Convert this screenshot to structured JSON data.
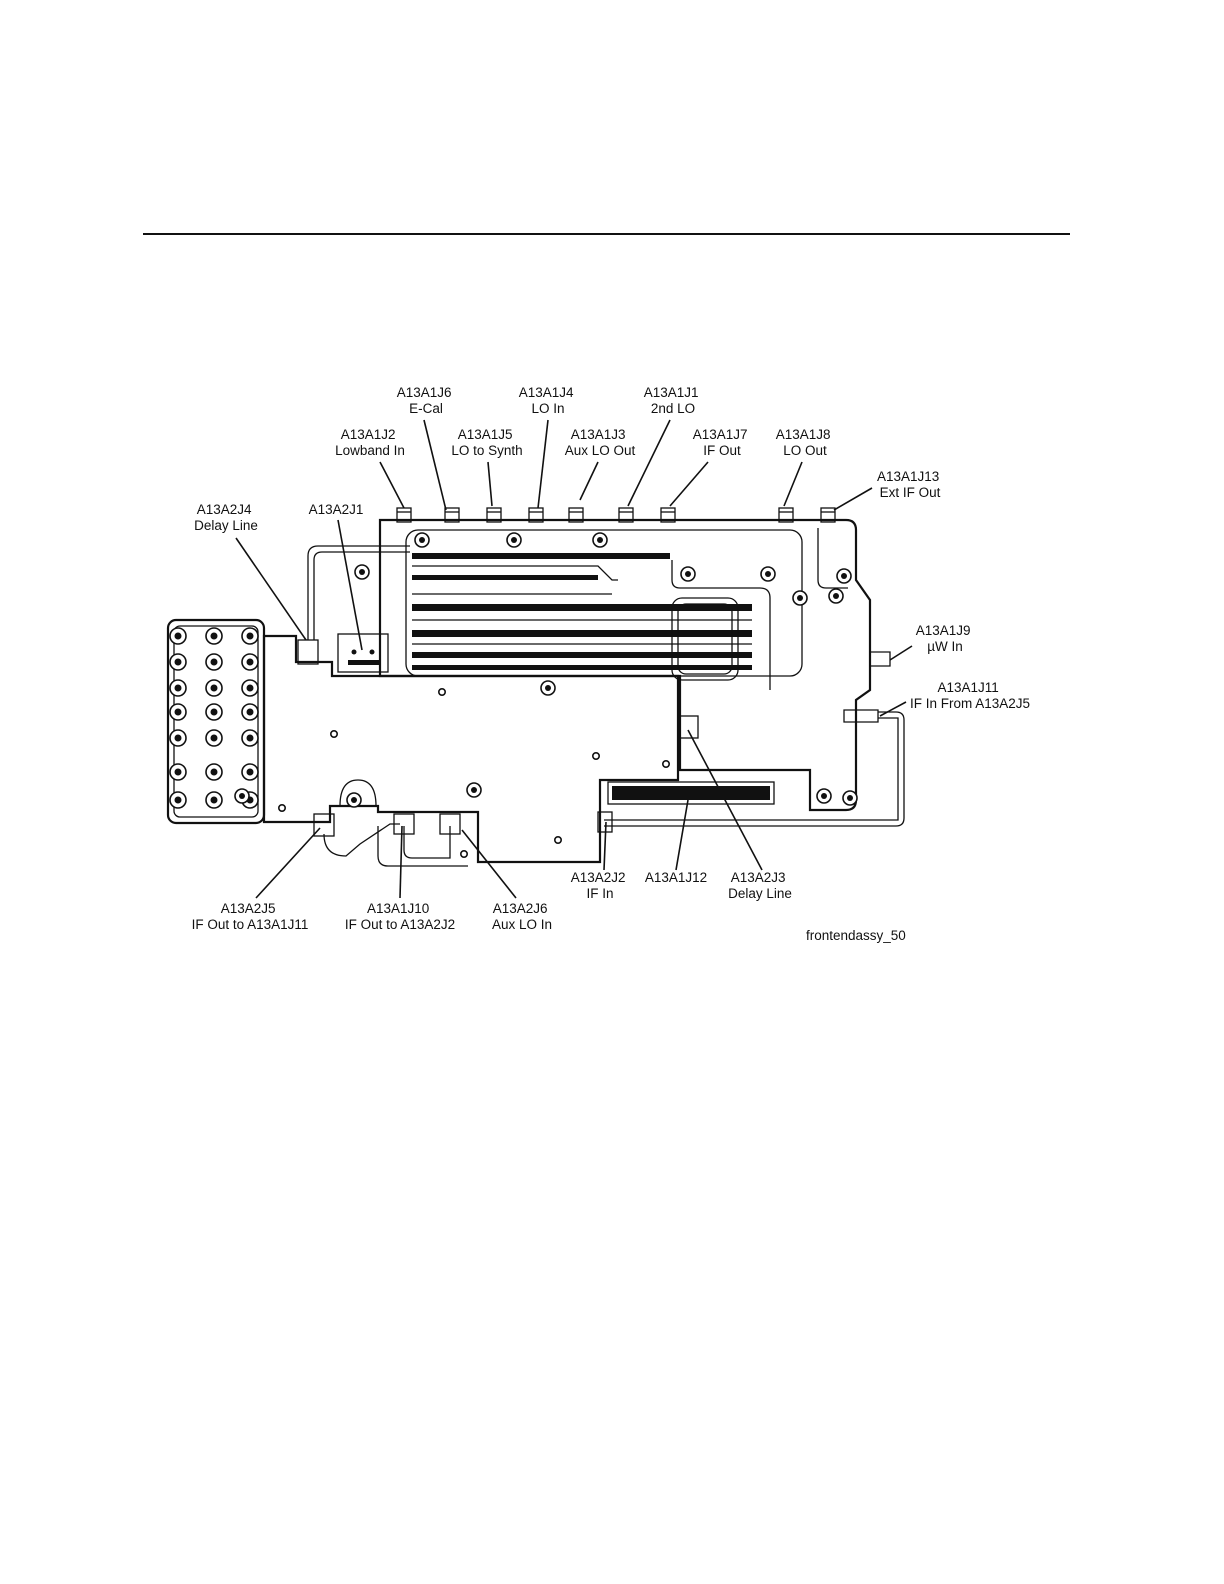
{
  "figure": {
    "id_label": "frontendassy_50"
  },
  "callouts": [
    {
      "key": "a13a1j6",
      "lines": [
        "A13A1J6",
        "E-Cal"
      ]
    },
    {
      "key": "a13a1j4",
      "lines": [
        "A13A1J4",
        "LO In"
      ]
    },
    {
      "key": "a13a1j1",
      "lines": [
        "A13A1J1",
        "2nd LO"
      ]
    },
    {
      "key": "a13a1j2",
      "lines": [
        "A13A1J2",
        "Lowband In"
      ]
    },
    {
      "key": "a13a1j5",
      "lines": [
        "A13A1J5",
        "LO to Synth"
      ]
    },
    {
      "key": "a13a1j3",
      "lines": [
        "A13A1J3",
        "Aux LO Out"
      ]
    },
    {
      "key": "a13a1j7",
      "lines": [
        "A13A1J7",
        "IF Out"
      ]
    },
    {
      "key": "a13a1j8",
      "lines": [
        "A13A1J8",
        "LO Out"
      ]
    },
    {
      "key": "a13a1j13",
      "lines": [
        "A13A1J13",
        "Ext IF Out"
      ]
    },
    {
      "key": "a13a2j4",
      "lines": [
        "A13A2J4",
        "Delay Line"
      ]
    },
    {
      "key": "a13a2j1",
      "lines": [
        "A13A2J1"
      ]
    },
    {
      "key": "a13a1j9",
      "lines": [
        "A13A1J9",
        "µW In"
      ]
    },
    {
      "key": "a13a1j11",
      "lines": [
        "A13A1J11",
        "IF In From A13A2J5"
      ]
    },
    {
      "key": "a13a2j5",
      "lines": [
        "A13A2J5",
        "IF Out to A13A1J11"
      ]
    },
    {
      "key": "a13a1j10",
      "lines": [
        "A13A1J10",
        "IF Out to A13A2J2"
      ]
    },
    {
      "key": "a13a2j6",
      "lines": [
        "A13A2J6",
        "Aux LO In"
      ]
    },
    {
      "key": "a13a2j2",
      "lines": [
        "A13A2J2",
        "IF In"
      ]
    },
    {
      "key": "a13a1j12",
      "lines": [
        "A13A1J12"
      ]
    },
    {
      "key": "a13a2j3",
      "lines": [
        "A13A2J3",
        "Delay Line"
      ]
    }
  ]
}
